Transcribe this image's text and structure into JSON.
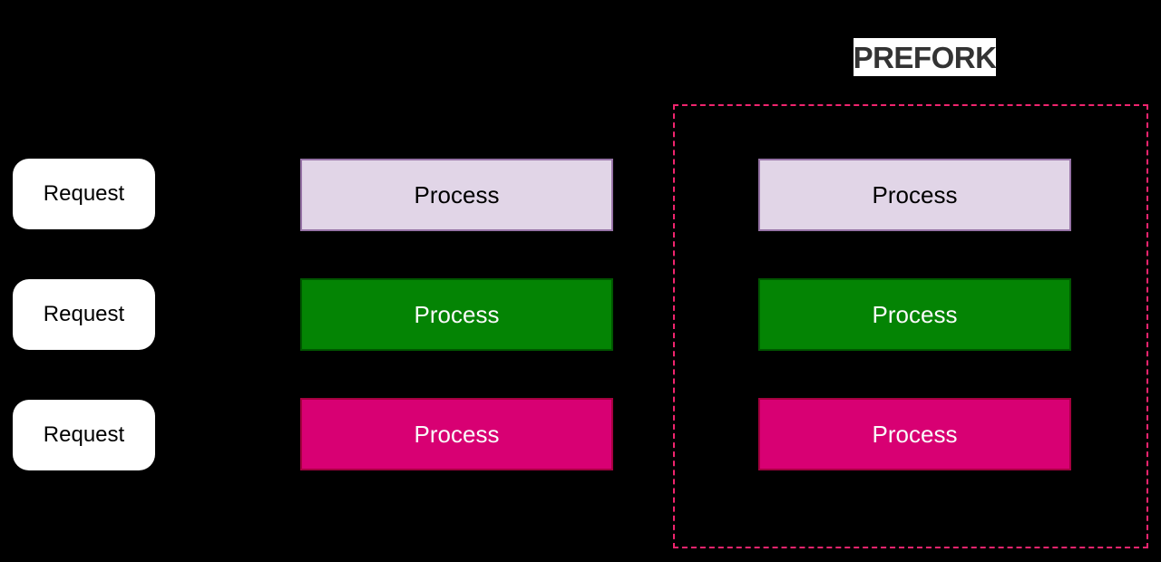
{
  "diagram": {
    "title": "PREFORK",
    "request_boxes": [
      {
        "label": "Request"
      },
      {
        "label": "Request"
      },
      {
        "label": "Request"
      }
    ],
    "worker_processes": [
      {
        "label": "Process",
        "variant": "lavender"
      },
      {
        "label": "Process",
        "variant": "green"
      },
      {
        "label": "Process",
        "variant": "pink"
      }
    ],
    "prefork_processes": [
      {
        "label": "Process",
        "variant": "lavender"
      },
      {
        "label": "Process",
        "variant": "green"
      },
      {
        "label": "Process",
        "variant": "pink"
      }
    ],
    "colors": {
      "background": "#000000",
      "lavender_fill": "#E1D5E7",
      "lavender_border": "#9673A6",
      "green_fill": "#048404",
      "green_border": "#005700",
      "pink_fill": "#D80073",
      "pink_border": "#A50040",
      "dashed_outline": "#F0246E",
      "title_background": "#FFFFFF",
      "title_text": "#333333"
    }
  }
}
